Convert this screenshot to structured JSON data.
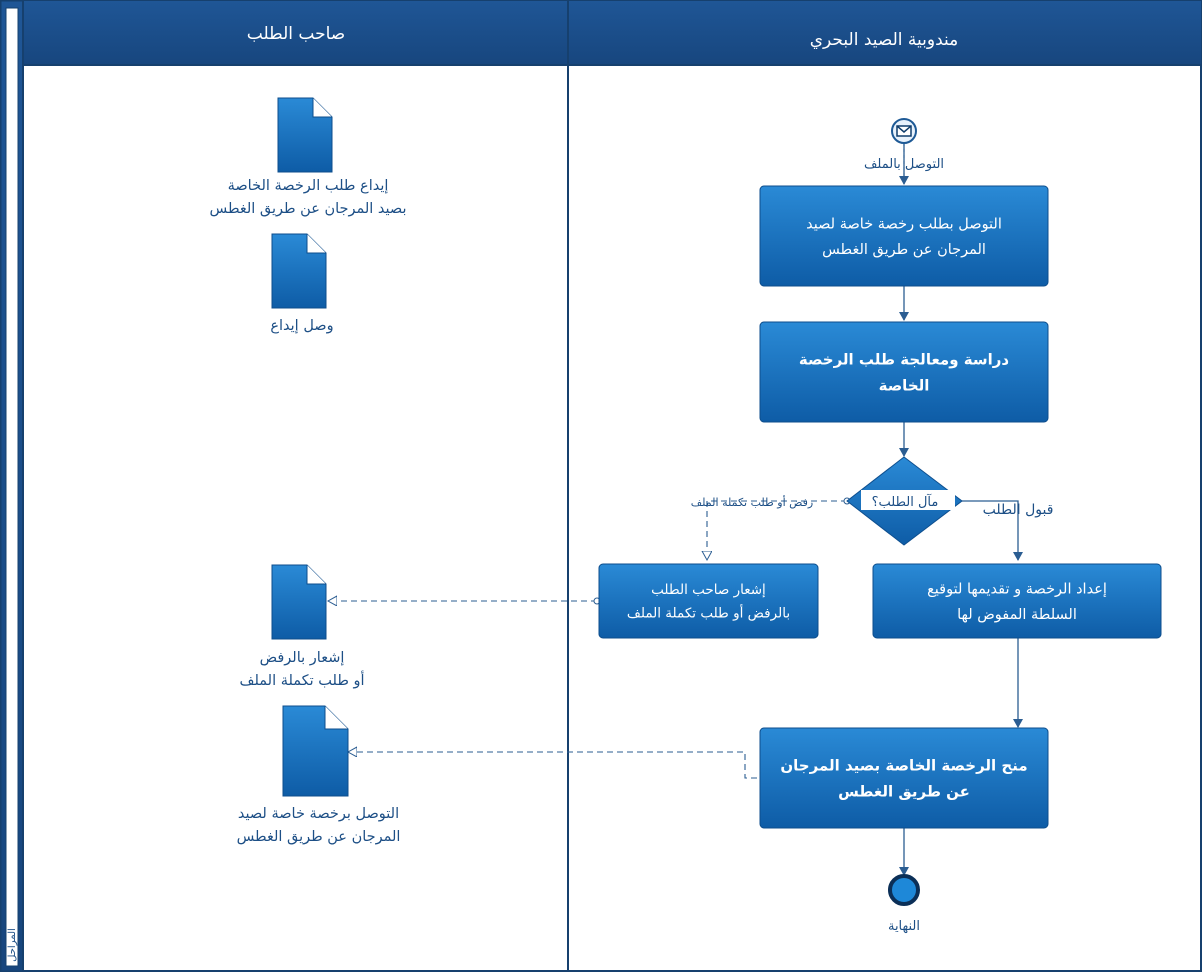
{
  "lanes": {
    "stages_label": "المراحل",
    "left_title": "صاحب الطلب",
    "right_title": "مندوبية الصيد البحري"
  },
  "events": {
    "start_label": "التوصل بالملف",
    "end_label": "النهاية"
  },
  "tasks": [
    {
      "id": "receive",
      "lines": [
        "التوصل بطلب رخصة خاصة لصيد",
        "المرجان عن طريق الغطس"
      ],
      "bold": false
    },
    {
      "id": "study",
      "lines": [
        "دراسة ومعالجة طلب الرخصة",
        "الخاصة"
      ],
      "bold": true
    },
    {
      "id": "notify",
      "lines": [
        "إشعار صاحب الطلب",
        "بالرفض أو طلب تكملة الملف"
      ],
      "bold": false
    },
    {
      "id": "prepare",
      "lines": [
        "إعداد الرخصة و تقديمها لتوقيع",
        "السلطة المفوض لها"
      ],
      "bold": false
    },
    {
      "id": "grant",
      "lines": [
        "منح الرخصة الخاصة بصيد المرجان",
        "عن طريق الغطس"
      ],
      "bold": true
    }
  ],
  "gateway": {
    "label": "مآل الطلب؟",
    "accept_label": "قبول الطلب",
    "reject_label": "رفض أو طلب تكملة الملف"
  },
  "documents": [
    {
      "id": "deposit",
      "lines": [
        "إيداع طلب الرخصة الخاصة",
        "بصيد المرجان عن طريق الغطس"
      ]
    },
    {
      "id": "receipt",
      "lines": [
        "وصل إيداع"
      ]
    },
    {
      "id": "rejection",
      "lines": [
        "إشعار بالرفض",
        "أو طلب تكملة الملف"
      ]
    },
    {
      "id": "license",
      "lines": [
        "التوصل برخصة خاصة لصيد",
        "المرجان عن طريق الغطس"
      ]
    }
  ],
  "colors": {
    "lane_header": "#1b4d8a",
    "lane_border": "#16406e",
    "task_top": "#2a8ad6",
    "task_bottom": "#0e5ca6",
    "text_blue": "#1d4f86",
    "arrow": "#2b5d92",
    "end_fill": "#1e88d8"
  }
}
